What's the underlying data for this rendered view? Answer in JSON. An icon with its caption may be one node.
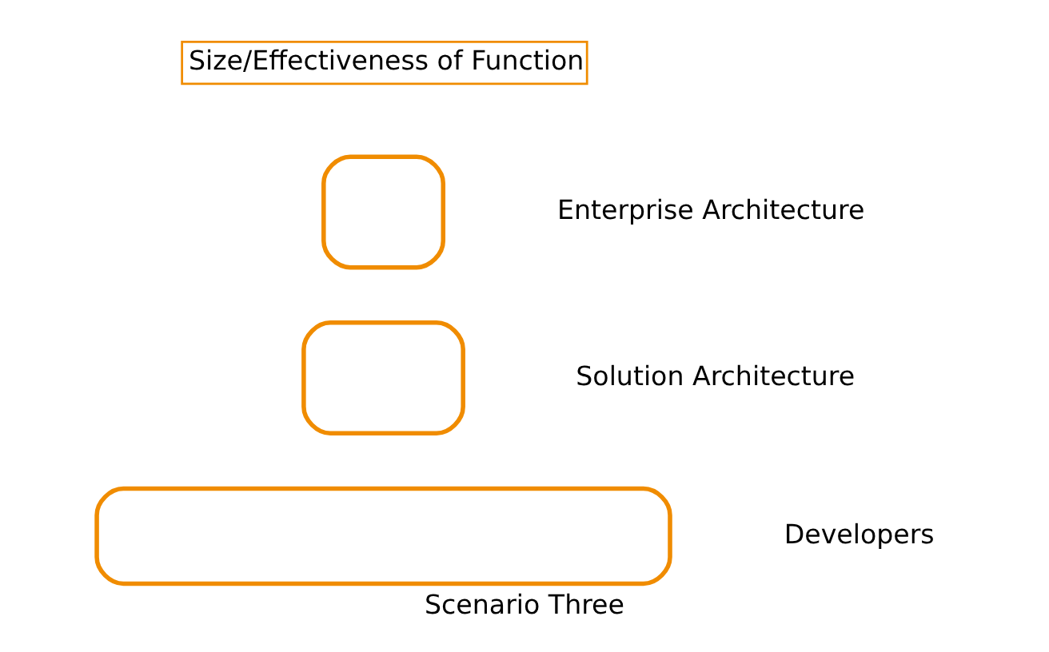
{
  "diagram": {
    "caption": "Scenario Three",
    "nodes": [
      {
        "text": [],
        "shape": "box"
      },
      {
        "text": [],
        "shape": "box"
      },
      {
        "text": [],
        "shape": "box"
      }
    ],
    "edges": [],
    "labels": [
      "Size/Effectiveness of Function",
      "Enterprise Architecture",
      "Solution Architecture",
      "Developers"
    ]
  }
}
